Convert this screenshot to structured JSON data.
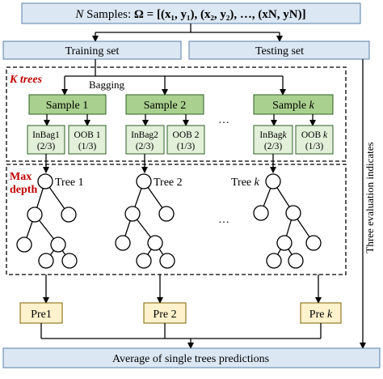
{
  "header": {
    "samples_prefix": "N",
    "samples_text": " Samples: ",
    "omega": "Ω = [(x₁, y₁), (x₂, y₂), …, (xN, yN)]"
  },
  "split": {
    "training": "Training set",
    "testing": "Testing set"
  },
  "ktrees_label": "K trees",
  "bagging": "Bagging",
  "samples": [
    {
      "label": "Sample 1",
      "inbag": "InBag1",
      "inbag_frac": "(2/3)",
      "oob": "OOB 1",
      "oob_frac": "(1/3)"
    },
    {
      "label": "Sample 2",
      "inbag": "InBag2",
      "inbag_frac": "(2/3)",
      "oob": "OOB 2",
      "oob_frac": "(1/3)"
    },
    {
      "label": "Sample k",
      "inbag": "InBagk",
      "inbag_frac": "(2/3)",
      "oob": "OOB k",
      "oob_frac": "(1/3)"
    }
  ],
  "ellipsis": "…",
  "max_depth_label": [
    "Max",
    "depth"
  ],
  "trees": [
    "Tree 1",
    "Tree 2",
    "Tree k"
  ],
  "predictions": [
    "Pre1",
    "Pre 2",
    "Pre k"
  ],
  "average": "Average of single trees predictions",
  "evaluation": "Three evaluation indicates"
}
